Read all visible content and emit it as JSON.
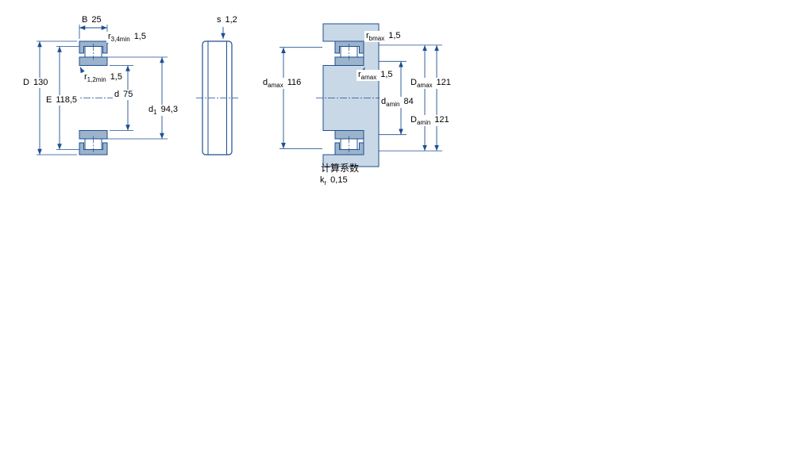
{
  "drawing_title": "cylindrical-roller-bearing-dimension-drawing",
  "dims": {
    "B": {
      "label": "B",
      "value": "25"
    },
    "r34": {
      "label": "r",
      "sub": "3,4min",
      "value": "1,5"
    },
    "D": {
      "label": "D",
      "value": "130"
    },
    "E": {
      "label": "E",
      "value": "118,5"
    },
    "r12": {
      "label": "r",
      "sub": "1,2min",
      "value": "1,5"
    },
    "d": {
      "label": "d",
      "value": "75"
    },
    "d1": {
      "label": "d",
      "sub": "1",
      "value": "94,3"
    },
    "s": {
      "label": "s",
      "value": "1,2"
    },
    "rb": {
      "label": "r",
      "sub": "bmax",
      "value": "1,5"
    },
    "da_max": {
      "label": "d",
      "sub": "amax",
      "value": "116"
    },
    "ra": {
      "label": "r",
      "sub": "amax",
      "value": "1,5"
    },
    "Da_max": {
      "label": "D",
      "sub": "amax",
      "value": "121"
    },
    "da_min": {
      "label": "d",
      "sub": "amin",
      "value": "84"
    },
    "Da_min": {
      "label": "D",
      "sub": "amin",
      "value": "121"
    }
  },
  "calculation": {
    "heading": "计算系数",
    "k": {
      "label": "k",
      "sub": "r",
      "value": "0,15"
    }
  },
  "colors": {
    "outline": "#1d4f91",
    "ring_fill": "#9cb3cc",
    "abutment_fill": "#c9d8e7"
  }
}
